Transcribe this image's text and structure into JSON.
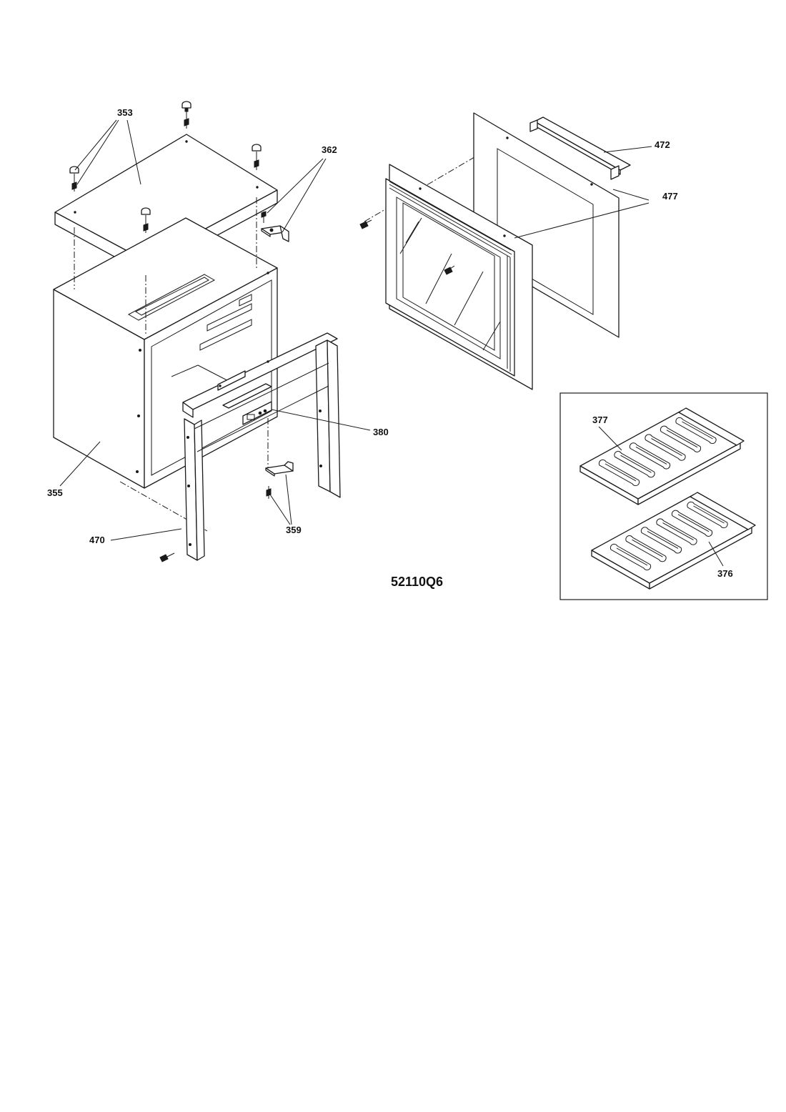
{
  "drawing_code": "52110Q6",
  "callouts": [
    {
      "id": "353",
      "text": "353"
    },
    {
      "id": "362",
      "text": "362"
    },
    {
      "id": "472",
      "text": "472"
    },
    {
      "id": "477",
      "text": "477"
    },
    {
      "id": "380",
      "text": "380"
    },
    {
      "id": "355",
      "text": "355"
    },
    {
      "id": "470",
      "text": "470"
    },
    {
      "id": "359",
      "text": "359"
    },
    {
      "id": "377",
      "text": "377"
    },
    {
      "id": "376",
      "text": "376"
    }
  ]
}
